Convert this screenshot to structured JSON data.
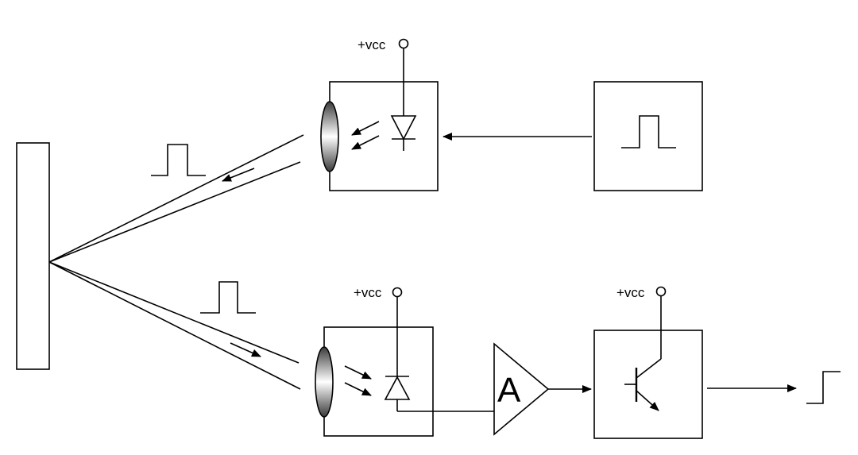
{
  "colors": {
    "stroke": "#000000",
    "background": "#ffffff",
    "lens_dark": "#3a3a3a",
    "lens_light": "#ffffff"
  },
  "labels": {
    "vcc_emitter": "+vcc",
    "vcc_receiver": "+vcc",
    "vcc_output": "+vcc",
    "amplifier": "A"
  },
  "icons": {
    "emitter_diode": "led-icon",
    "receiver_diode": "photodiode-icon",
    "output_transistor": "npn-transistor-icon",
    "lens": "lens-icon",
    "pulse": "square-pulse-icon",
    "step": "step-signal-icon"
  }
}
